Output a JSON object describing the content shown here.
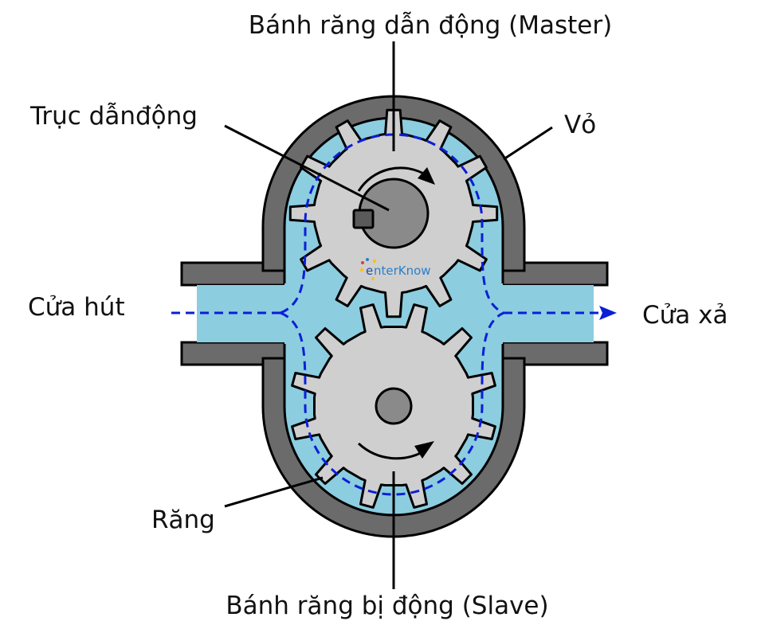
{
  "labels": {
    "master_gear": "Bánh răng dẫn động (Master)",
    "drive_shaft": "Trục dẫnđộng",
    "housing": "Vỏ",
    "inlet": "Cửa hút",
    "outlet": "Cửa xả",
    "tooth": "Răng",
    "slave_gear": "Bánh răng bị động (Slave)"
  },
  "watermark": {
    "prefix": "e",
    "text": "nterKnow"
  },
  "gears": {
    "teeth_per_gear": 12,
    "master_rotation": "clockwise",
    "slave_rotation": "counter-clockwise"
  },
  "colors": {
    "housing": "#6b6b6b",
    "fluid": "#8ccde0",
    "gear": "#cfcfcf",
    "shaft": "#8a8a8a",
    "key": "#5a5a5a",
    "flow_path": "#0a1fd6",
    "outline": "#000000",
    "watermark": "#2a7fc9"
  }
}
